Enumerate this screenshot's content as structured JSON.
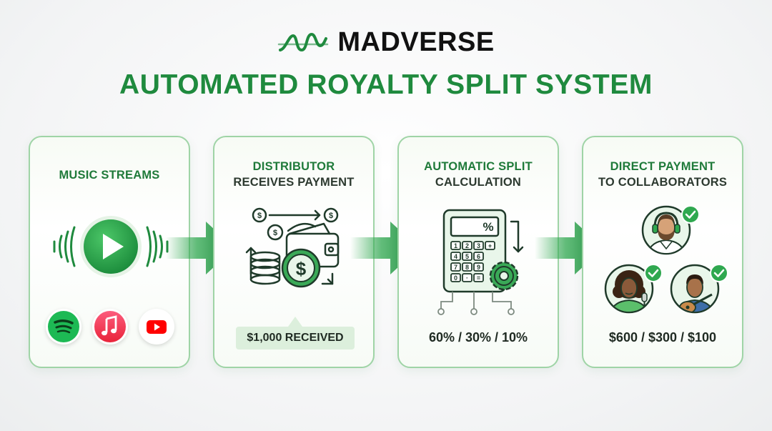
{
  "brand": {
    "name": "MADVERSE"
  },
  "title": "AUTOMATED ROYALTY SPLIT SYSTEM",
  "colors": {
    "accent": "#1f8a3e",
    "card_border": "#9fd4a6",
    "badge_bg": "#dcefdc"
  },
  "steps": [
    {
      "title_line1": "MUSIC STREAMS",
      "title_line2": "",
      "icons": [
        "play-icon",
        "spotify-icon",
        "apple-music-icon",
        "youtube-icon"
      ]
    },
    {
      "title_line1": "DISTRIBUTOR",
      "title_line2": "RECEIVES PAYMENT",
      "badge": "$1,000 RECEIVED",
      "icons": [
        "wallet-icon",
        "coins-icon"
      ]
    },
    {
      "title_line1": "AUTOMATIC SPLIT",
      "title_line2": "CALCULATION",
      "amount": "60% / 30% / 10%",
      "icons": [
        "calculator-icon",
        "gear-icon"
      ]
    },
    {
      "title_line1": "DIRECT PAYMENT",
      "title_line2": "TO COLLABORATORS",
      "amount": "$600 / $300 / $100",
      "icons": [
        "collaborator-avatar",
        "check-icon"
      ]
    }
  ]
}
